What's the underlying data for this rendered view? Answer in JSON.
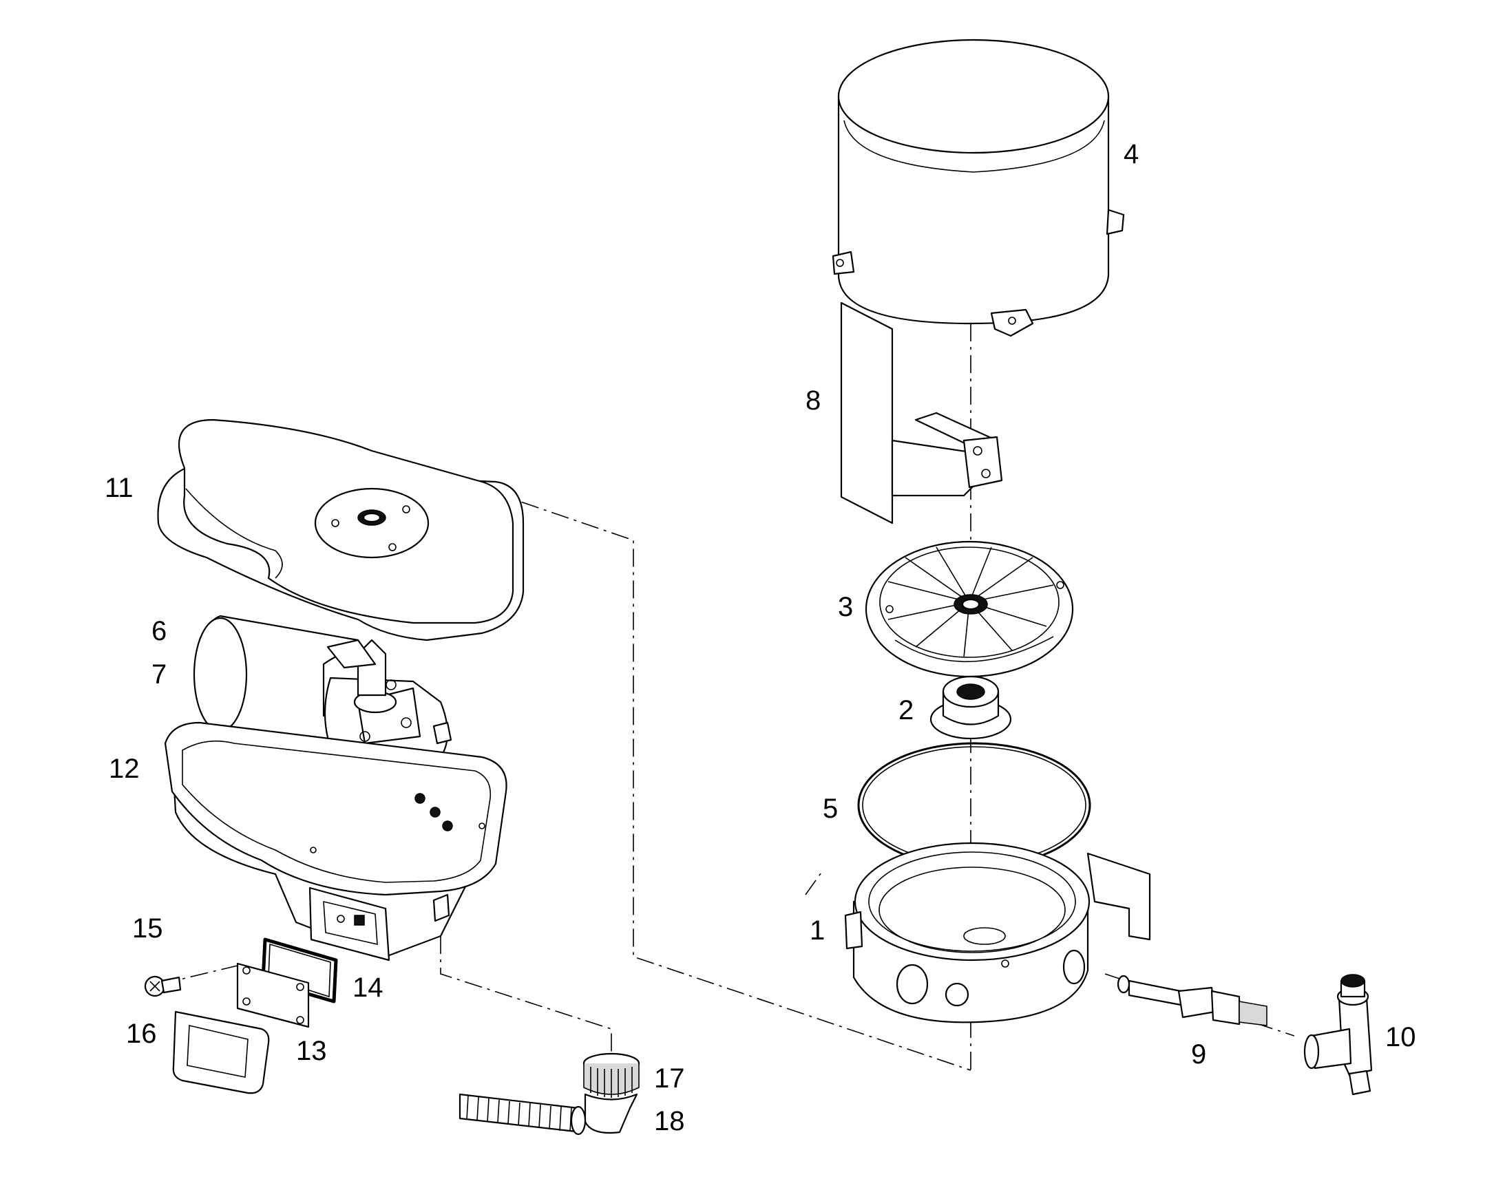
{
  "colors": {
    "line": "#000000",
    "background": "#ffffff"
  },
  "part_labels": [
    "1",
    "2",
    "3",
    "4",
    "5",
    "6",
    "7",
    "8",
    "9",
    "10",
    "11",
    "12",
    "13",
    "14",
    "15",
    "16",
    "17",
    "18"
  ]
}
